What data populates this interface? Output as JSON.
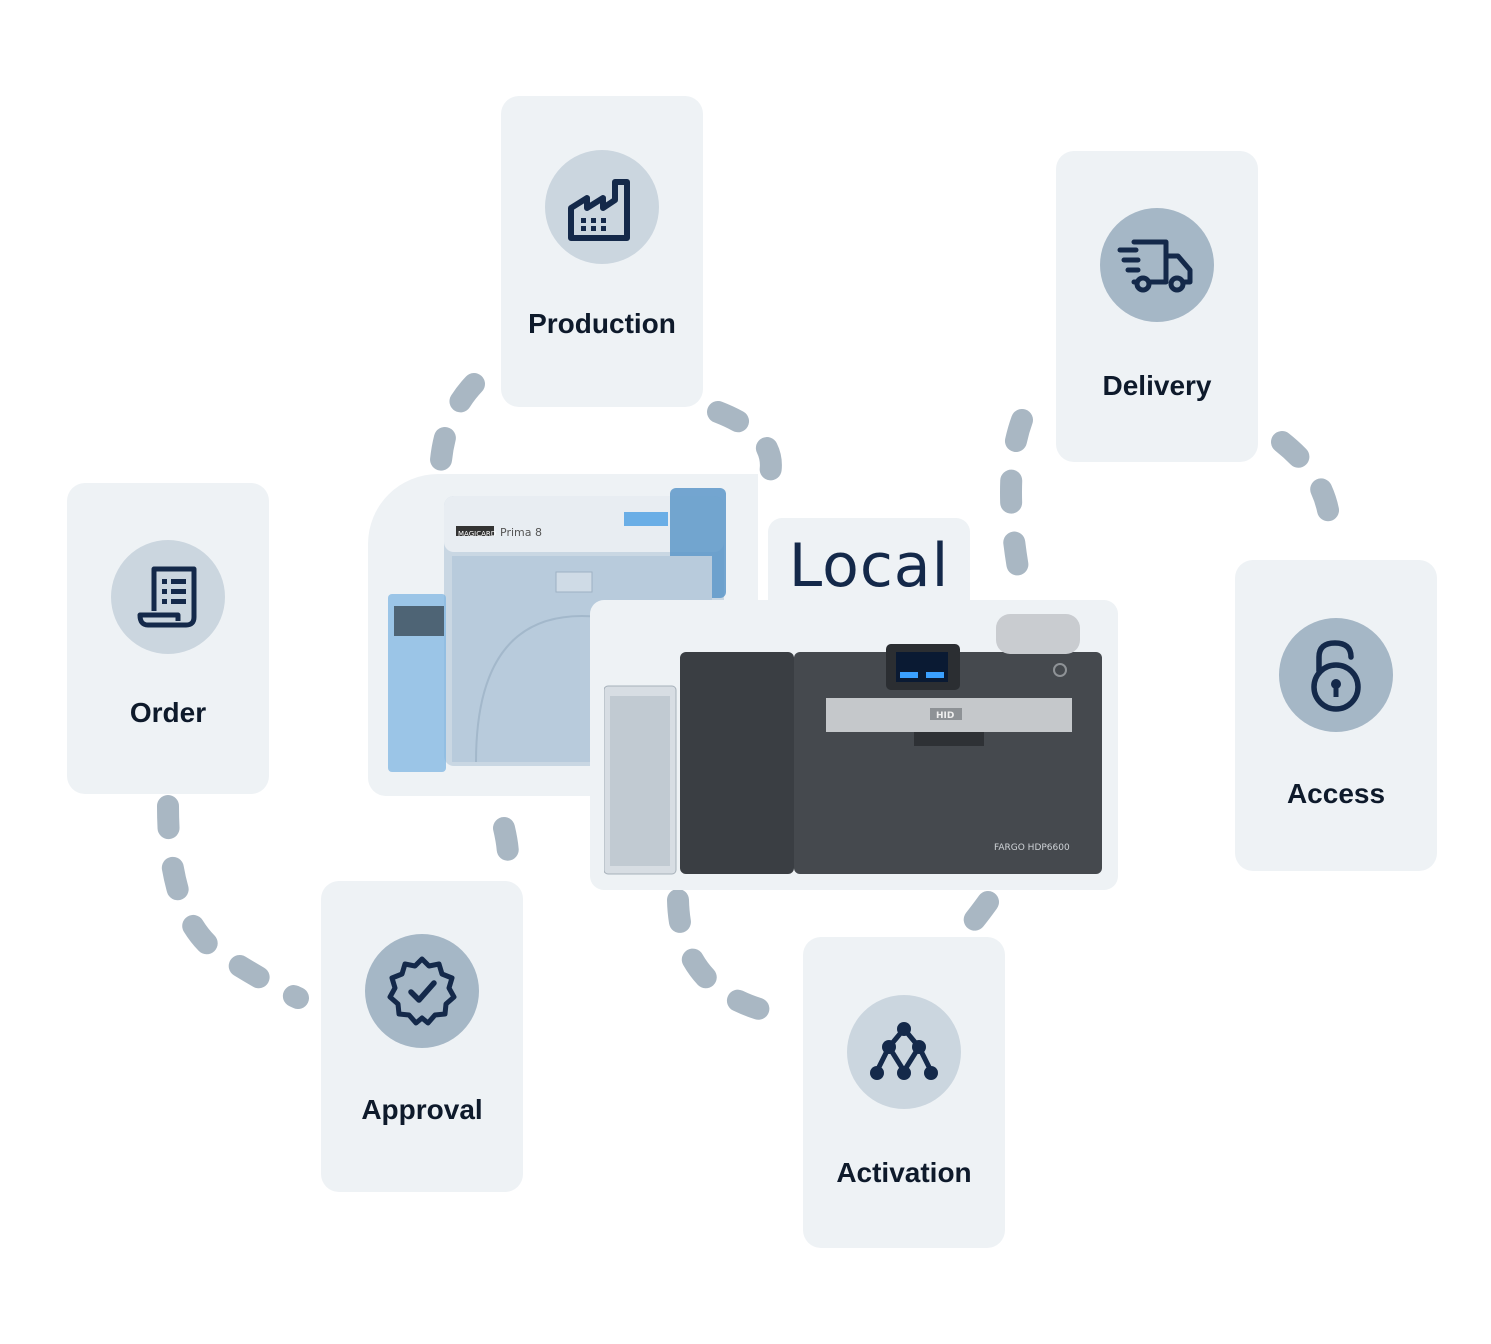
{
  "center_label": "Local",
  "stages": [
    {
      "id": "production",
      "label": "Production",
      "icon": "factory-icon"
    },
    {
      "id": "delivery",
      "label": "Delivery",
      "icon": "truck-icon"
    },
    {
      "id": "order",
      "label": "Order",
      "icon": "receipt-icon"
    },
    {
      "id": "access",
      "label": "Access",
      "icon": "unlock-icon"
    },
    {
      "id": "approval",
      "label": "Approval",
      "icon": "verified-badge-icon"
    },
    {
      "id": "activation",
      "label": "Activation",
      "icon": "network-tree-icon"
    }
  ],
  "printers": {
    "magicard": {
      "brand": "MAGICARD",
      "model": "Prima 8"
    },
    "fargo": {
      "brand": "HID",
      "model": "FARGO HDP6600"
    }
  },
  "colors": {
    "card_bg": "#eef2f5",
    "badge_light": "#cbd6df",
    "badge_dark": "#a5b7c6",
    "icon": "#14294a",
    "connector": "#a9b7c3",
    "label": "#0e1a2b"
  }
}
